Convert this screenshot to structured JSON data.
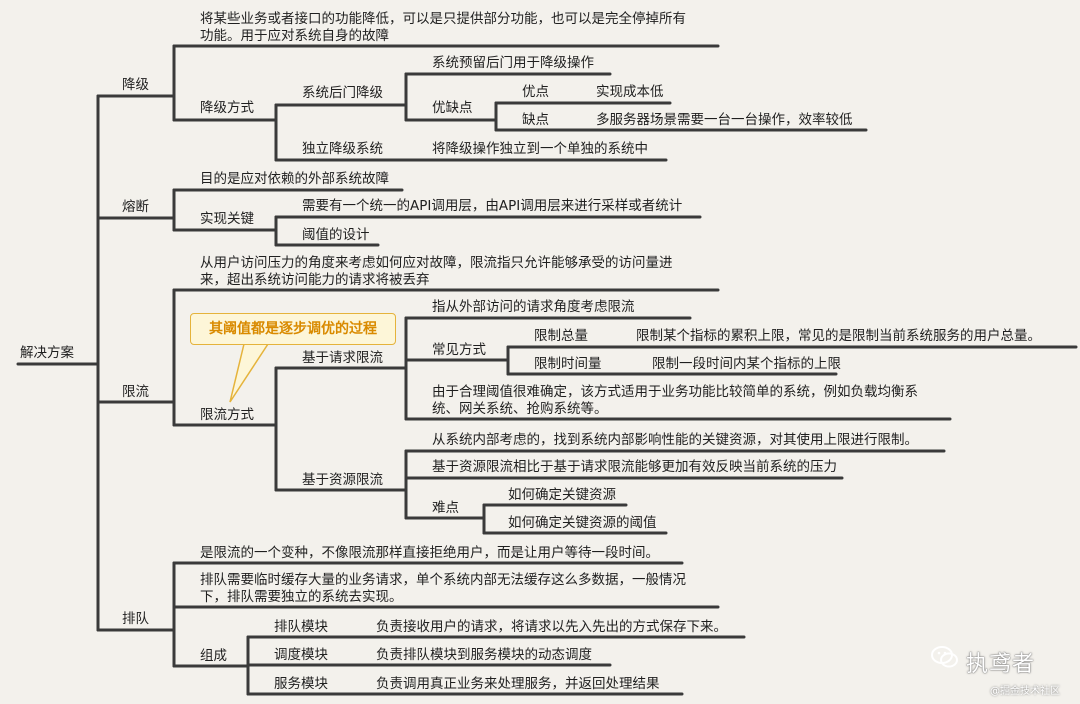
{
  "root": "解决方案",
  "callout": "其阈值都是逐步调优的过程",
  "watermark": {
    "brand": "执鸢者",
    "site": "@掘金技术社区"
  },
  "degrade": {
    "label": "降级",
    "desc": "将某些业务或者接口的功能降低，可以是只提供部分功能，也可以是完全停掉所有功能。用于应对系统自身的故障",
    "method": "降级方式",
    "backdoor": "系统后门降级",
    "backdoor_reserve": "系统预留后门用于降级操作",
    "pros_cons": "优缺点",
    "pro": "优点",
    "pro_text": "实现成本低",
    "con": "缺点",
    "con_text": "多服务器场景需要一台一台操作，效率较低",
    "independent": "独立降级系统",
    "independent_text": "将降级操作独立到一个单独的系统中"
  },
  "circuit": {
    "label": "熔断",
    "desc": "目的是应对依赖的外部系统故障",
    "key": "实现关键",
    "key1": "需要有一个统一的API调用层，由API调用层来进行采样或者统计",
    "key2": "阈值的设计"
  },
  "limit": {
    "label": "限流",
    "desc": "从用户访问压力的角度来考虑如何应对故障，限流指只允许能够承受的访问量进来，超出系统访问能力的请求将被丢弃",
    "method": "限流方式",
    "req": "基于请求限流",
    "req_desc": "指从外部访问的请求角度考虑限流",
    "common": "常见方式",
    "total": "限制总量",
    "total_text": "限制某个指标的累积上限，常见的是限制当前系统服务的用户总量。",
    "time": "限制时间量",
    "time_text": "限制一段时间内某个指标的上限",
    "req_note": "由于合理阈值很难确定，该方式适用于业务功能比较简单的系统，例如负载均衡系统、网关系统、抢购系统等。",
    "res": "基于资源限流",
    "res_desc": "从系统内部考虑的，找到系统内部影响性能的关键资源，对其使用上限进行限制。",
    "res_compare": "基于资源限流相比于基于请求限流能够更加有效反映当前系统的压力",
    "difficulty": "难点",
    "diff1": "如何确定关键资源",
    "diff2": "如何确定关键资源的阈值"
  },
  "queue": {
    "label": "排队",
    "desc1": "是限流的一个变种，不像限流那样直接拒绝用户，而是让用户等待一段时间。",
    "desc2": "排队需要临时缓存大量的业务请求，单个系统内部无法缓存这么多数据，一般情况下，排队需要独立的系统去实现。",
    "compose": "组成",
    "m1": "排队模块",
    "m1_text": "负责接收用户的请求，将请求以先入先出的方式保存下来。",
    "m2": "调度模块",
    "m2_text": "负责排队模块到服务模块的动态调度",
    "m3": "服务模块",
    "m3_text": "负责调用真正业务来处理服务，并返回处理结果"
  }
}
